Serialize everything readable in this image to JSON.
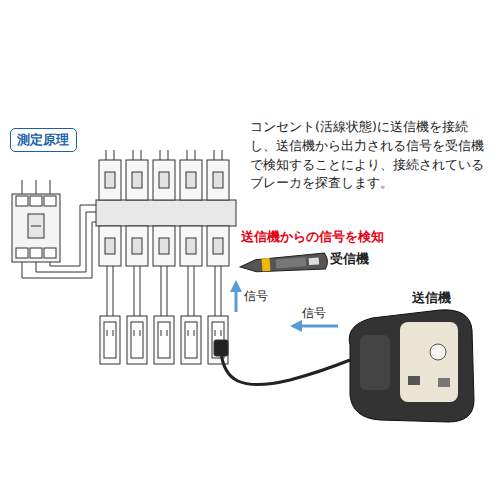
{
  "diagram": {
    "nodes": [
      {
        "text": [
          "測定原理"
        ]
      }
    ],
    "labels": [
      "コンセント(活線状態)に送信機を接続し、送信機から出力される信号を受信機で検知することにより、接続されているブレーカを探査します。",
      "送信機からの信号を検知",
      "受信機",
      "信号",
      "信号",
      "送信機"
    ]
  }
}
